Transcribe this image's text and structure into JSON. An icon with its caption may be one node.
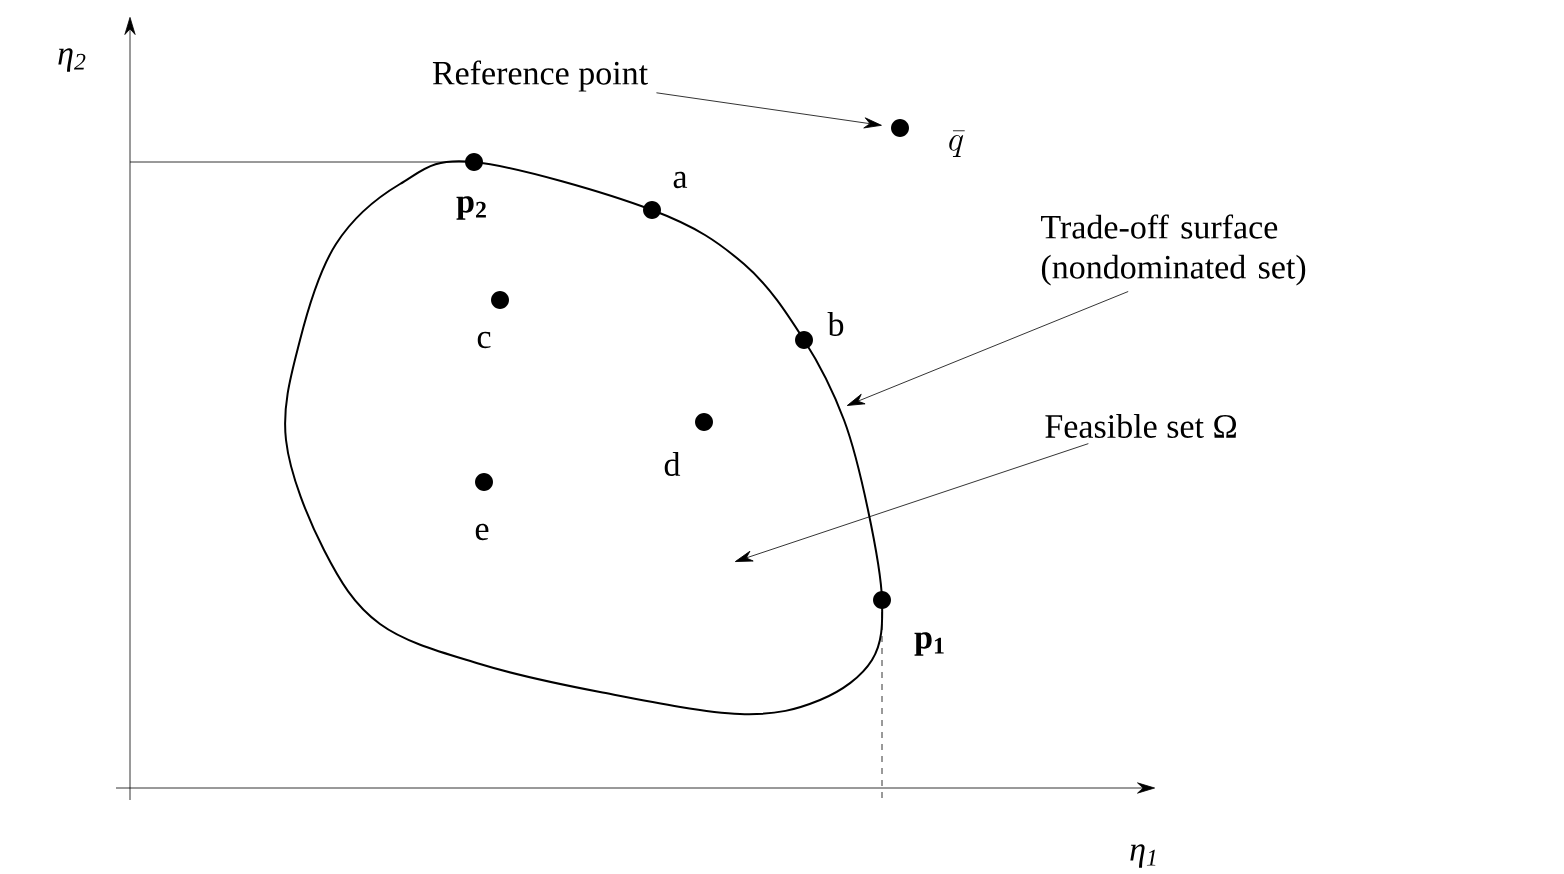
{
  "diagram": {
    "nodes": [
      {
        "text": [],
        "shape": "cloud"
      },
      {
        "text": [
          "Reference point"
        ]
      },
      {
        "text": [],
        "shape": "circle",
        "beside": [
          "\\bar{q}"
        ]
      },
      {
        "text": [],
        "shape": "circle",
        "beside": [
          "p$_{2}$"
        ]
      },
      {
        "text": [],
        "shape": "circle",
        "beside": [
          "a"
        ]
      },
      {
        "text": [
          "Trade-off surface (nondominated set)"
        ]
      },
      {
        "text": [],
        "shape": "circle",
        "beside": [
          "b"
        ]
      },
      {
        "text": [],
        "shape": "circle",
        "beside": [
          "c"
        ],
        "in": 0
      },
      {
        "text": [
          "Feasible set Ω"
        ]
      },
      {
        "text": [],
        "shape": "circle",
        "beside": [
          "d"
        ],
        "in": 0
      },
      {
        "text": [],
        "shape": "circle",
        "beside": [
          "e"
        ],
        "in": 0
      },
      {
        "text": [],
        "shape": "circle",
        "beside": [
          "p$_{1}$"
        ]
      }
    ],
    "edges": [
      {
        "from": 1,
        "to": 2,
        "arrow": "to"
      },
      {
        "from": 5,
        "to": 0,
        "arrow": "to"
      },
      {
        "from": 8,
        "to": null,
        "arrow": "to"
      }
    ],
    "labels": [
      "η$_{2}$",
      "η$_{1}$"
    ]
  }
}
